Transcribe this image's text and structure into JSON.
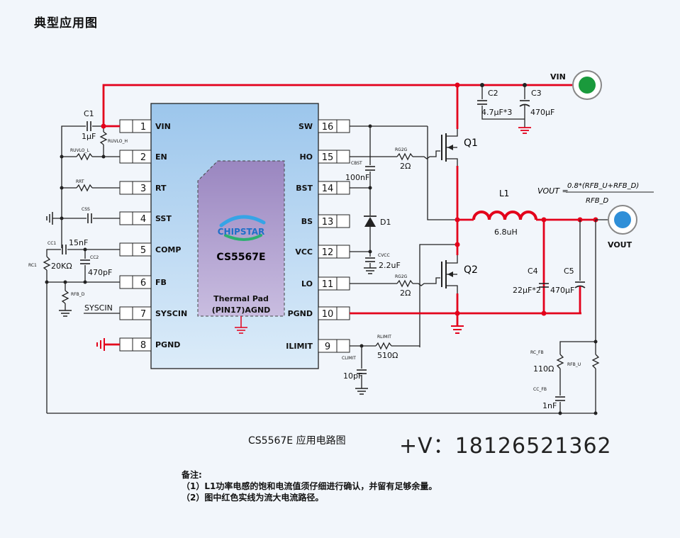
{
  "title": "典型应用图",
  "chip": {
    "brand": "CHIPSTAR",
    "part": "CS5567E",
    "pad_line1": "Thermal Pad",
    "pad_line2": "(PIN17)AGND",
    "left_pins": [
      {
        "num": "1",
        "name": "VIN"
      },
      {
        "num": "2",
        "name": "EN"
      },
      {
        "num": "3",
        "name": "RT"
      },
      {
        "num": "4",
        "name": "SST"
      },
      {
        "num": "5",
        "name": "COMP"
      },
      {
        "num": "6",
        "name": "FB"
      },
      {
        "num": "7",
        "name": "SYSCIN"
      },
      {
        "num": "8",
        "name": "PGND"
      }
    ],
    "right_pins": [
      {
        "num": "16",
        "name": "SW"
      },
      {
        "num": "15",
        "name": "HO"
      },
      {
        "num": "14",
        "name": "BST"
      },
      {
        "num": "13",
        "name": "BS"
      },
      {
        "num": "12",
        "name": "VCC"
      },
      {
        "num": "11",
        "name": "LO"
      },
      {
        "num": "10",
        "name": "PGND"
      },
      {
        "num": "9",
        "name": "ILIMIT"
      }
    ]
  },
  "parts": {
    "c1": "C1",
    "c1_val": "1μF",
    "ruvlo_h": "RUVLO_H",
    "ruvlo_l": "RUVLO_L",
    "rrt": "RRT",
    "css": "CSS",
    "cc1": "CC1",
    "cc1_val": "15nF",
    "cc2": "CC2",
    "cc2_val": "470pF",
    "rc1": "RC1",
    "rc1_val": "20KΩ",
    "rfbd": "RFB_D",
    "syscin": "SYSCIN",
    "cbst": "CBST",
    "cbst_val": "100nF",
    "rg2g_hi": "RG2G",
    "rg2g_hi_val": "2Ω",
    "d1": "D1",
    "cvcc": "CVCC",
    "cvcc_val": "2.2uF",
    "rg2g_lo": "RG2G",
    "rg2g_lo_val": "2Ω",
    "rlimit": "RLIMIT",
    "rlimit_val": "510Ω",
    "climit": "CLIMIT",
    "climit_val": "10pF",
    "q1": "Q1",
    "q2": "Q2",
    "c2": "C2",
    "c2_val": "4.7μF*3",
    "c3": "C3",
    "c3_val": "470μF",
    "l1": "L1",
    "l1_val": "6.8uH",
    "c4": "C4",
    "c4_val": "22μF*2",
    "c5": "C5",
    "c5_val": "470μF",
    "rcfb": "RC_FB",
    "rcfb_val": "110Ω",
    "rfbu": "RFB_U",
    "ccfb": "CC_FB",
    "ccfb_val": "1nF",
    "vin": "VIN",
    "vout": "VOUT"
  },
  "formula": {
    "lhs": "VOUT =",
    "numerator": "0.8*(RFB_U+RFB_D)",
    "denominator": "RFB_D"
  },
  "caption": "CS5567E 应用电路图",
  "contact": "+V：18126521362",
  "notes": {
    "heading": "备注:",
    "line1": "（1）L1功率电感的饱和电流值须仔细进行确认，并留有足够余量。",
    "line2": "（2）图中红色实线为流大电流路径。"
  },
  "colors": {
    "high_current_path": "#e3001b",
    "chip_fill": "#b8d6f0",
    "pad_fill": "#a894c6",
    "vin_terminal": "#1a9a3c",
    "vout_terminal": "#2f8fd8"
  }
}
